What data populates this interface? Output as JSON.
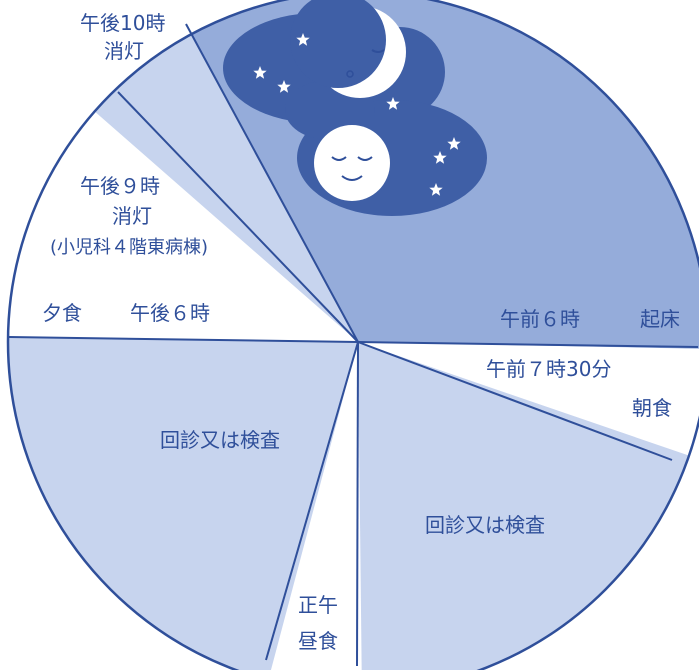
{
  "diagram": {
    "colors": {
      "outline": "#2f4f9a",
      "day_fill": "#c7d4ee",
      "blank_fill": "#ffffff",
      "night_fill": "#95acda",
      "cloud_fill": "#3f5fa6",
      "star_fill": "#ffffff",
      "text": "#2f4f9a"
    },
    "labels": {
      "lights_out_10pm_line1": "午後10時",
      "lights_out_10pm_line2": "消灯",
      "lights_out_9pm_line1": "午後９時",
      "lights_out_9pm_line2": "消灯",
      "lights_out_9pm_line3": "(小児科４階東病棟)",
      "dinner_label": "夕食",
      "dinner_time": "午後６時",
      "wake_time": "午前６時",
      "wake_label": "起床",
      "breakfast_time": "午前７時30分",
      "breakfast_label": "朝食",
      "rounds_left": "回診又は検査",
      "rounds_right": "回診又は検査",
      "noon_label": "正午",
      "lunch_label": "昼食"
    },
    "icons": [
      "moon-face-icon",
      "sun-face-icon",
      "star-icon"
    ]
  }
}
